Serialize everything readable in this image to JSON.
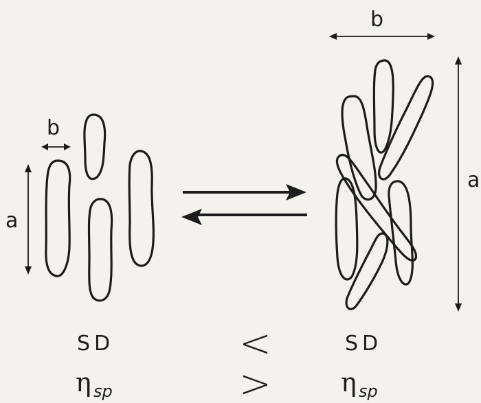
{
  "labels": {
    "left_width": "b",
    "left_length": "a",
    "right_width": "b",
    "right_length": "a"
  },
  "left_state": {
    "row1": "SD",
    "row2_symbol": "η",
    "row2_subscript": "sp"
  },
  "right_state": {
    "row1": "SD",
    "row2_symbol": "η",
    "row2_subscript": "sp"
  },
  "relations": {
    "row1": "<",
    "row2": ">"
  }
}
